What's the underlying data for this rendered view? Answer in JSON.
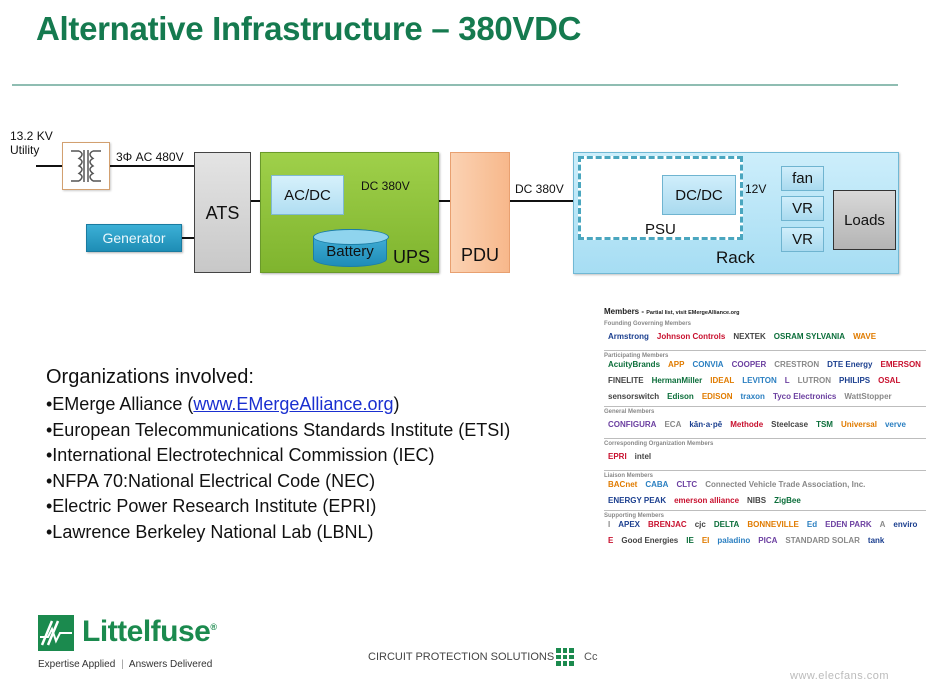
{
  "slide": {
    "title": "Alternative Infrastructure – 380VDC"
  },
  "diagram": {
    "utility_label_line1": "13.2 KV",
    "utility_label_line2": "Utility",
    "ac_label": "3Φ AC 480V",
    "ats": "ATS",
    "generator": "Generator",
    "acdc": "AC/DC",
    "dc_label_ups": "DC 380V",
    "battery": "Battery",
    "ups": "UPS",
    "pdu": "PDU",
    "dc_label_pdu": "DC 380V",
    "dcdc": "DC/DC",
    "psu": "PSU",
    "v12_label": "12V",
    "fan": "fan",
    "vr1": "VR",
    "vr2": "VR",
    "loads": "Loads",
    "rack": "Rack",
    "colors": {
      "ups_green": "#8cc63f",
      "pdu_orange": "#f9c39c",
      "rack_blue": "#b8e4f6",
      "generator_blue": "#2a9ec8",
      "ats_gray": "#d4d4d4"
    }
  },
  "organizations": {
    "heading": "Organizations involved:",
    "items": [
      {
        "prefix": "•EMerge Alliance (",
        "link": "www.EMergeAlliance.org",
        "suffix": ")"
      },
      {
        "text": "•European Telecommunications Standards Institute (ETSI)"
      },
      {
        "text": "•International Electrotechnical Commission (IEC)"
      },
      {
        "text": "•NFPA 70:National Electrical Code (NEC)"
      },
      {
        "text": "•Electric Power Research Institute (EPRI)"
      },
      {
        "text": "•Lawrence Berkeley National Lab (LBNL)"
      }
    ]
  },
  "members": {
    "title": "Members - ",
    "subtitle": "Partial list, visit EMergeAlliance.org",
    "sections": [
      {
        "name": "Founding Governing Members",
        "logos": [
          "Armstrong",
          "Johnson Controls",
          "NEXTEK",
          "OSRAM SYLVANIA",
          "WAVE"
        ]
      },
      {
        "name": "Participating Members",
        "logos": [
          "AcuityBrands",
          "APP",
          "CONVIA",
          "COOPER",
          "CRESTRON",
          "DTE Energy",
          "EMERSON",
          "FINELITE",
          "HermanMiller",
          "IDEAL",
          "LEVITON",
          "L",
          "LUTRON",
          "PHILIPS",
          "OSAL",
          "sensorswitch",
          "Edison",
          "EDISON",
          "traxon",
          "Tyco Electronics",
          "WattStopper"
        ]
      },
      {
        "name": "General Members",
        "logos": [
          "CONFIGURA",
          "ECA",
          "kān·a·pē",
          "Methode",
          "Steelcase",
          "TSM",
          "Universal",
          "verve"
        ]
      },
      {
        "name": "Corresponding Organization Members",
        "logos": [
          "EPRI",
          "intel"
        ]
      },
      {
        "name": "Liaison Members",
        "logos": [
          "BACnet",
          "CABA",
          "CLTC",
          "Connected Vehicle Trade Association, Inc.",
          "ENERGY PEAK",
          "emerson alliance",
          "NIBS",
          "ZigBee"
        ]
      },
      {
        "name": "Supporting Members",
        "logos": [
          "I",
          "APEX",
          "BRENJAC",
          "cjc",
          "DELTA",
          "BONNEVILLE",
          "Ed",
          "EDEN PARK",
          "A",
          "enviro",
          "E",
          "Good Energies",
          "IE",
          "EI",
          "paladino",
          "PICA",
          "STANDARD SOLAR",
          "tank"
        ]
      }
    ]
  },
  "footer": {
    "brand": "Littelfuse",
    "registered": "®",
    "tagline_left": "Expertise Applied",
    "tagline_sep": "|",
    "tagline_right": "Answers Delivered",
    "center_text": "CIRCUIT PROTECTION SOLUTIONS",
    "center_tail": "Cc",
    "watermark": "www.elecfans.com",
    "brand_color": "#1b8a4e"
  }
}
